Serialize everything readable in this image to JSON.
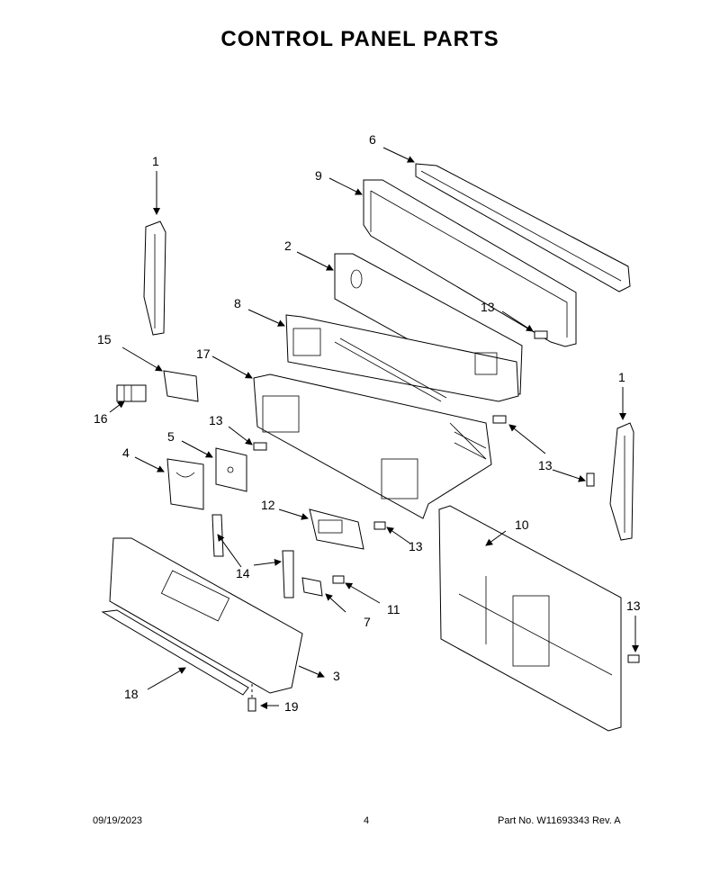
{
  "page": {
    "title": "CONTROL PANEL PARTS"
  },
  "callouts": {
    "c1_left": "1",
    "c1_right": "1",
    "c2": "2",
    "c3": "3",
    "c4": "4",
    "c5": "5",
    "c6": "6",
    "c7": "7",
    "c8": "8",
    "c9": "9",
    "c10": "10",
    "c11": "11",
    "c12": "12",
    "c13_a": "13",
    "c13_b": "13",
    "c13_c": "13",
    "c13_d": "13",
    "c13_e": "13",
    "c14": "14",
    "c15": "15",
    "c16": "16",
    "c17": "17",
    "c18": "18",
    "c19": "19"
  },
  "footer": {
    "date": "09/19/2023",
    "page_number": "4",
    "part_no": "Part No.  W11693343   Rev.  A"
  }
}
